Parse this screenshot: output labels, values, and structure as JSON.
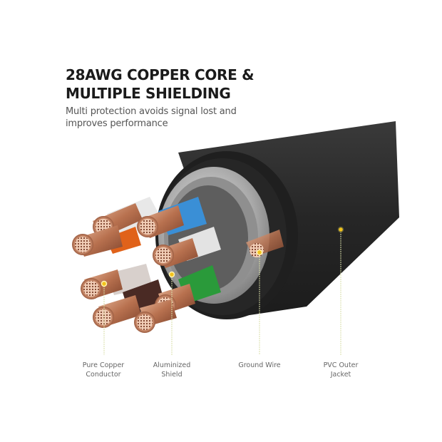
{
  "heading": {
    "title_lines": [
      "28AWG COPPER CORE &",
      "MULTIPLE SHIELDING"
    ],
    "subtitle_lines": [
      "Multi protection avoids signal lost and",
      "improves performance"
    ]
  },
  "callouts": [
    {
      "id": "pure-copper-conductor",
      "lines": [
        "Pure Copper",
        "Conductor"
      ]
    },
    {
      "id": "aluminized-shield",
      "lines": [
        "Aluminized",
        "Shield"
      ]
    },
    {
      "id": "ground-wire",
      "lines": [
        "Ground Wire"
      ]
    },
    {
      "id": "pvc-outer-jacket",
      "lines": [
        "PVC Outer",
        "Jacket"
      ]
    }
  ],
  "colors": {
    "jacket": "#2b2b2b",
    "shield": "#bdbdbd",
    "copper": "#c98a6a",
    "wire_blue": "#3a8fd6",
    "wire_orange": "#e0621a",
    "wire_green": "#2a9a3a",
    "wire_brown": "#4a2a24",
    "wire_white": "#e6e6e6",
    "callout_dot": "#f2c21b",
    "callout_line": "#d9dfa8"
  }
}
